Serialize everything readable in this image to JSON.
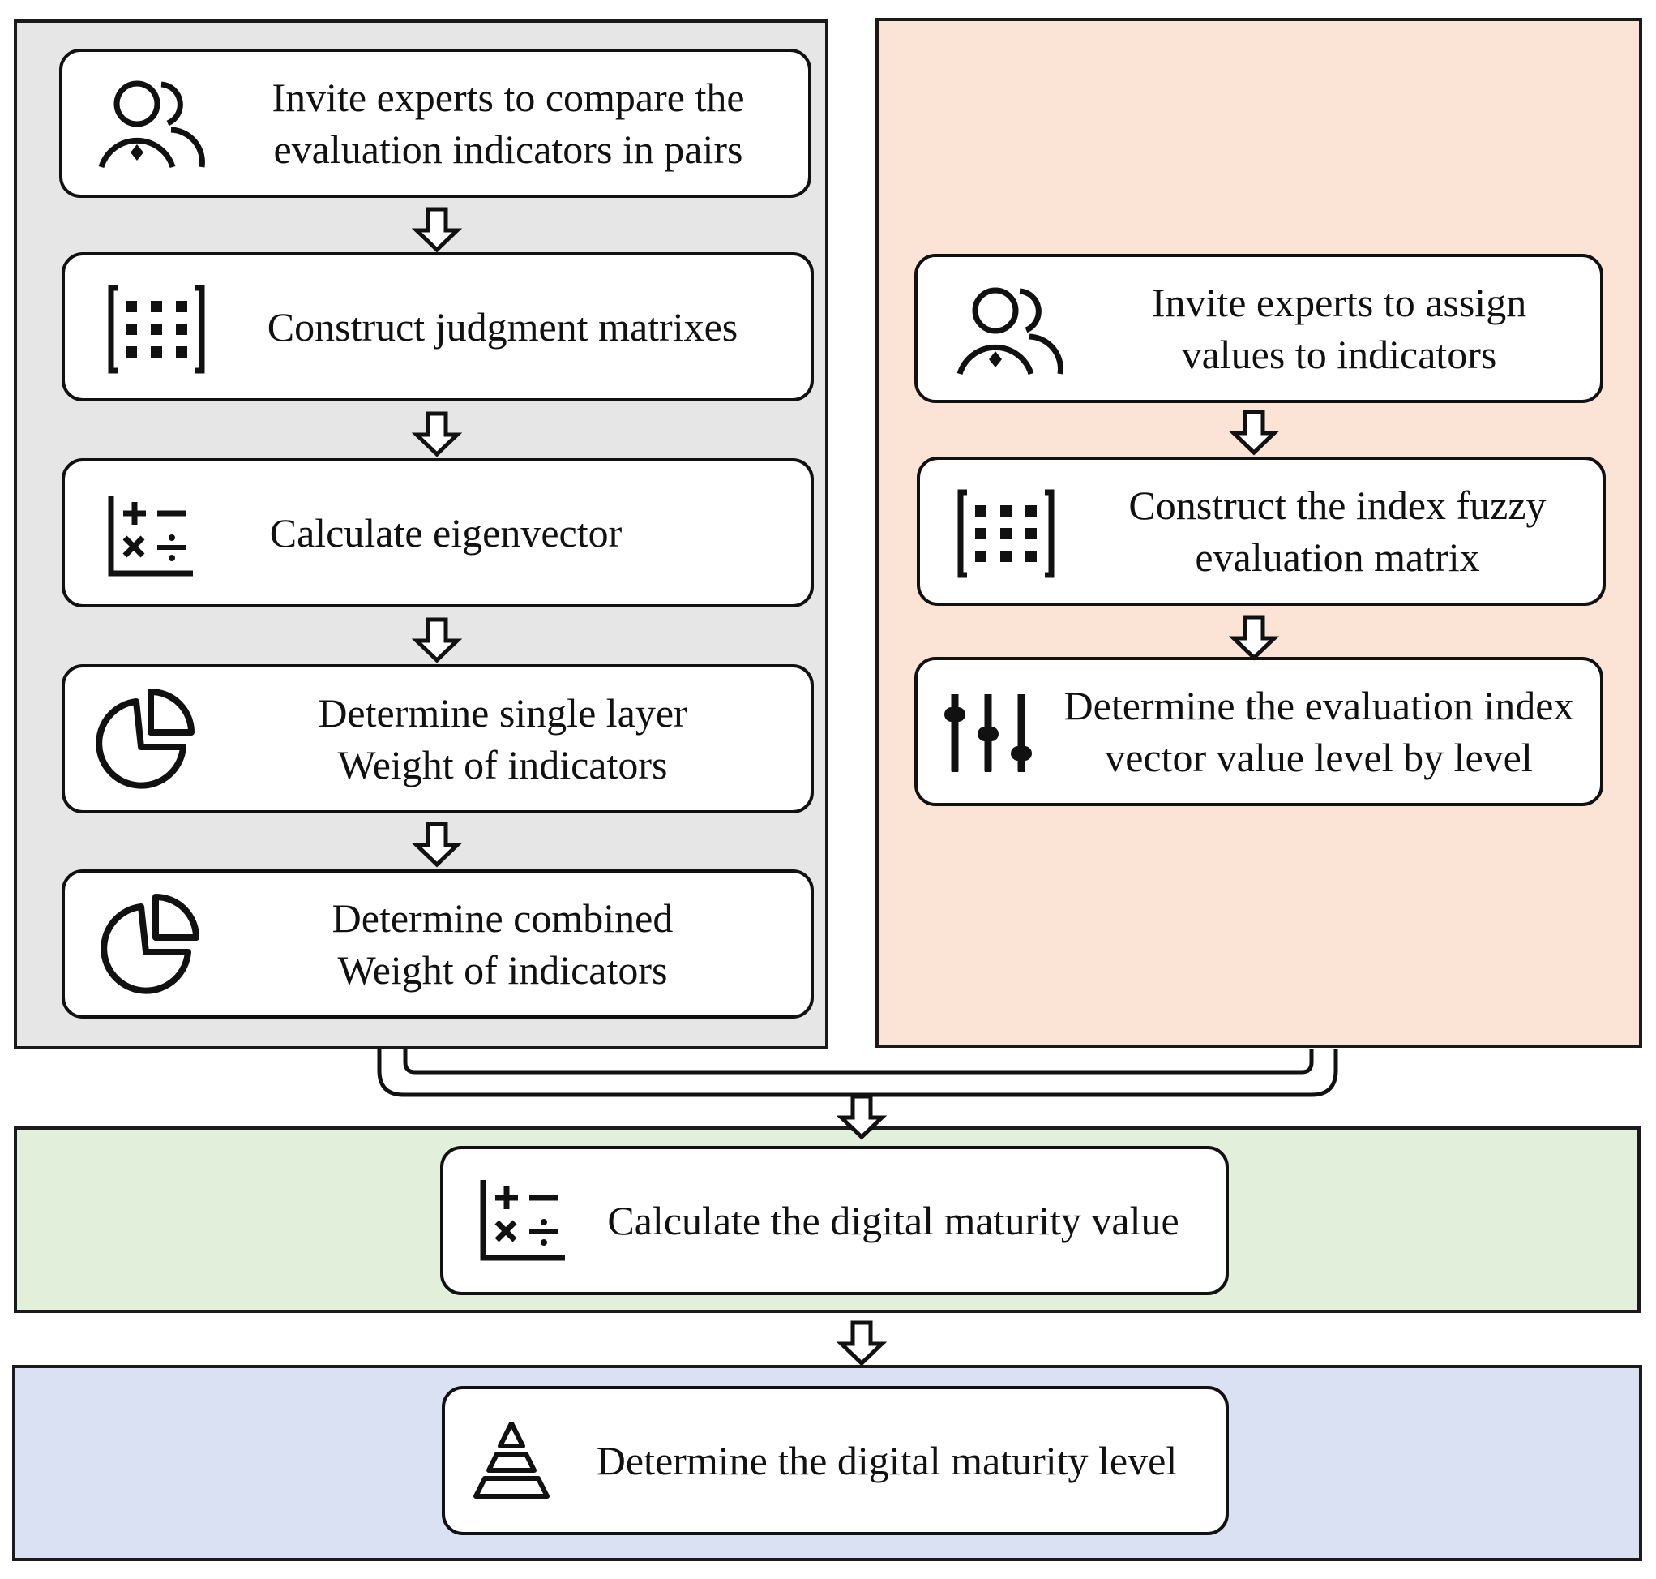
{
  "colors": {
    "left_panel_bg": "#e6e6e6",
    "right_panel_bg": "#fbe4d6",
    "calc_panel_bg": "#e2efda",
    "level_panel_bg": "#d9e1f2",
    "box_bg": "#ffffff",
    "stroke": "#111111"
  },
  "steps": {
    "left": [
      {
        "text": "Invite experts to compare the\nevaluation indicators in pairs",
        "icon": "experts-icon"
      },
      {
        "text": "Construct judgment matrixes",
        "icon": "matrix-icon"
      },
      {
        "text": "Calculate eigenvector",
        "icon": "calculator-icon"
      },
      {
        "text": "Determine single layer\nWeight of indicators",
        "icon": "pie-chart-icon"
      },
      {
        "text": "Determine combined\nWeight of indicators",
        "icon": "pie-chart-icon"
      }
    ],
    "right": [
      {
        "text": "Invite experts to assign\nvalues to indicators",
        "icon": "experts-icon"
      },
      {
        "text": "Construct the index fuzzy\nevaluation matrix",
        "icon": "matrix-icon"
      },
      {
        "text": "Determine the evaluation index\nvector value level by level",
        "icon": "sliders-icon"
      }
    ],
    "merge": {
      "text": "Calculate the digital maturity value",
      "icon": "calculator-icon"
    },
    "final": {
      "text": "Determine the digital maturity level",
      "icon": "pyramid-icon"
    }
  }
}
